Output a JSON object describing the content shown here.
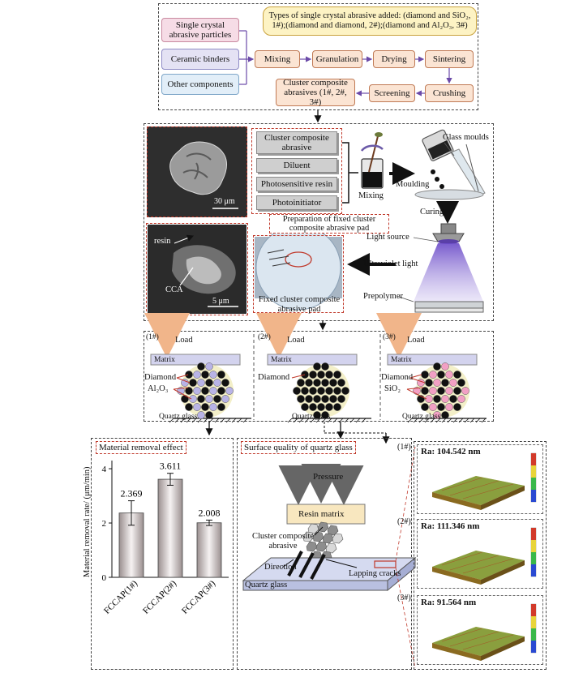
{
  "panel1": {
    "types_text": "Types of single crystal abrasive added: (diamond and SiO₂, 1#);(diamond and diamond, 2#);(diamond and Al₂O₃, 3#)",
    "inputs": [
      "Single crystal abrasive particles",
      "Ceramic binders",
      "Other components"
    ],
    "steps": [
      "Mixing",
      "Granulation",
      "Drying",
      "Sintering",
      "Crushing",
      "Screening",
      "Cluster composite abrasives (1#, 2#, 3#)"
    ]
  },
  "panel2": {
    "sem_scale_top": "30 μm",
    "sem_scale_bottom": "5 μm",
    "sem_resin": "resin",
    "sem_cca": "CCA",
    "components": [
      "Cluster composite abrasive",
      "Diluent",
      "Photosensitive resin",
      "Photoinitiator"
    ],
    "mixing": "Mixing",
    "moulding": "Moulding",
    "glass_moulds": "Glass moulds",
    "curing": "Curing",
    "light_source": "Light source",
    "uv_light": "Ultraviolet light",
    "prepolymer": "Prepolymer",
    "prep_title": "Preparation of fixed cluster composite abrasive pad",
    "pad_caption": "Fixed cluster composite abrasive pad"
  },
  "panel3": {
    "cases": [
      {
        "id": "(1#)",
        "load": "Load",
        "matrix": "Matrix",
        "labels": [
          "Diamond",
          "Al₂O₃"
        ],
        "glass": "Quartz glass"
      },
      {
        "id": "(2#)",
        "load": "Load",
        "matrix": "Matrix",
        "labels": [
          "Diamond"
        ],
        "glass": "Quartz glass"
      },
      {
        "id": "(3#)",
        "load": "Load",
        "matrix": "Matrix",
        "labels": [
          "Diamond",
          "SiO₂"
        ],
        "glass": "Quartz glass"
      }
    ]
  },
  "panel4": {
    "title": "Material removal effect",
    "surface_title": "Surface quality of quartz glass",
    "pressure": "Pressure",
    "resin_matrix": "Resin matrix",
    "cluster": "Cluster composite abrasive",
    "direction": "Direction",
    "lapping": "Lapping cracks",
    "quartz": "Quartz glass",
    "roughness": [
      {
        "id": "(1#)",
        "ra": "Ra:  104.542 nm"
      },
      {
        "id": "(2#)",
        "ra": "Ra:  111.346 nm"
      },
      {
        "id": "(3#)",
        "ra": "Ra:  91.564 nm"
      }
    ]
  },
  "chart_data": {
    "type": "bar",
    "title": "Material removal effect",
    "ylabel": "Material removal rate/ (μm/min)",
    "xlabel": "",
    "categories": [
      "FCCAP(1#)",
      "FCCAP(2#)",
      "FCCAP(3#)"
    ],
    "values": [
      2.369,
      3.611,
      2.008
    ],
    "errors": [
      0.45,
      0.22,
      0.1
    ],
    "value_labels": [
      "2.369",
      "3.611",
      "2.008"
    ],
    "ylim": [
      0,
      4.3
    ],
    "yticks": [
      "0",
      "2",
      "4"
    ],
    "grid": false
  }
}
